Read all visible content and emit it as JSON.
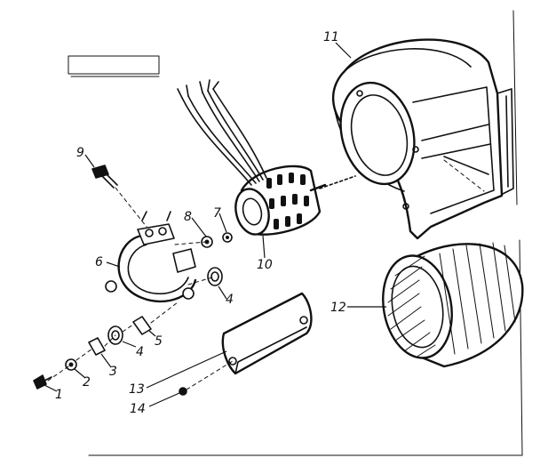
{
  "callouts": {
    "c1": "1",
    "c2": "2",
    "c3": "3",
    "c4a": "4",
    "c4b": "4",
    "c5": "5",
    "c6": "6",
    "c7": "7",
    "c8": "8",
    "c9": "9",
    "c10": "10",
    "c11": "11",
    "c12": "12",
    "c13": "13",
    "c14": "14"
  }
}
